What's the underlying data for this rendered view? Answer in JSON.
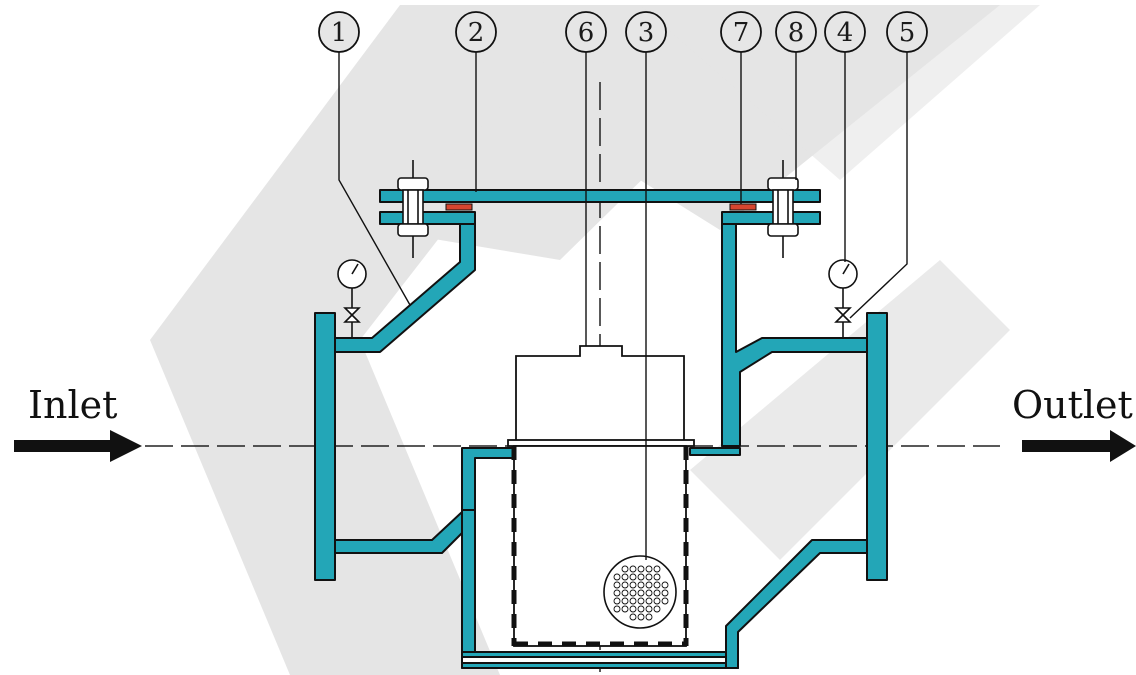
{
  "labels": {
    "inlet": "Inlet",
    "outlet": "Outlet"
  },
  "callouts": [
    "1",
    "2",
    "6",
    "3",
    "7",
    "8",
    "4",
    "5"
  ],
  "colors": {
    "pipe": "#23a6b7",
    "pipe_stroke": "#111111",
    "gasket": "#d6452f",
    "watermark": "#e4e4e4",
    "callout_fill": "#e6e6e6",
    "text": "#111111"
  },
  "icons": [
    "pressure-gauge-icon",
    "bolt-icon",
    "arrow-right-icon",
    "filter-screen-icon"
  ]
}
